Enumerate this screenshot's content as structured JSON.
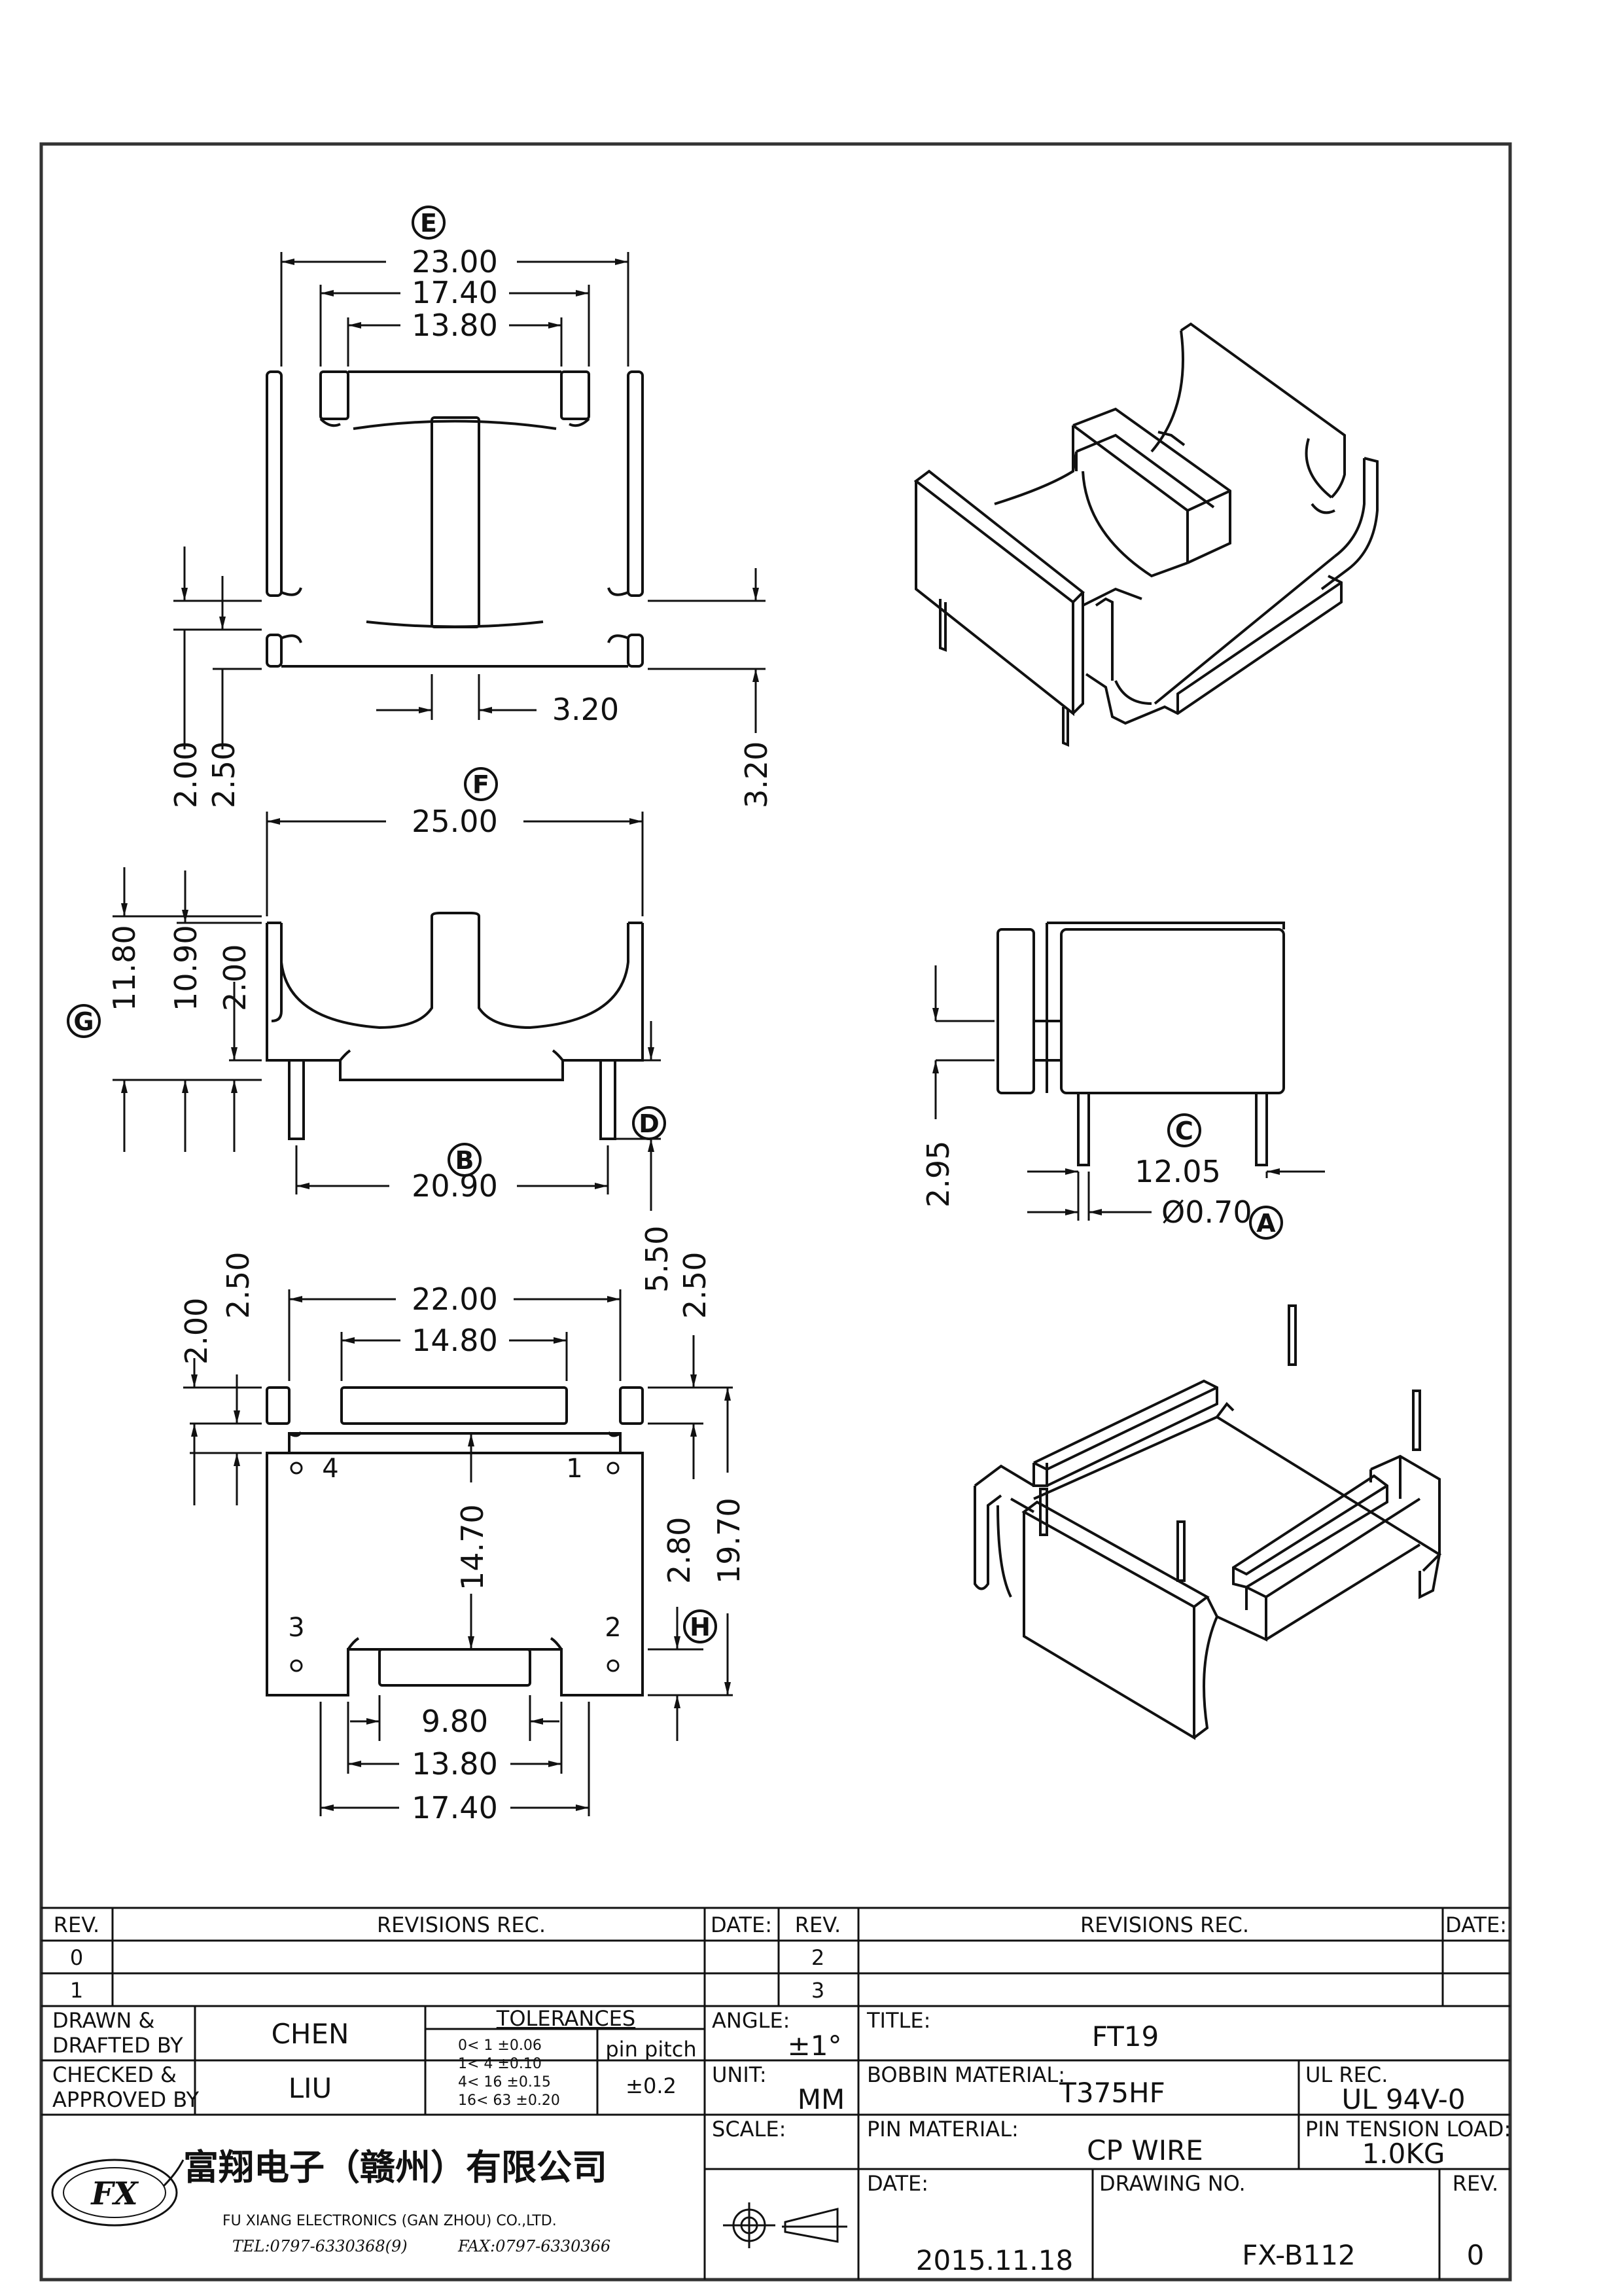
{
  "dims": {
    "e_23": "23.00",
    "e_17": "17.40",
    "e_13": "13.80",
    "e_320h": "3.20",
    "e_200": "2.00",
    "e_250": "2.50",
    "e_320v": "3.20",
    "f_25": "25.00",
    "f_1180": "11.80",
    "f_1090": "10.90",
    "f_200": "2.00",
    "f_2090": "20.90",
    "f_550": "5.50",
    "s_295": "2.95",
    "s_1205": "12.05",
    "s_070": "Ø0.70",
    "b_22": "22.00",
    "b_1480": "14.80",
    "b_200": "2.00",
    "b_250l": "2.50",
    "b_250r": "2.50",
    "b_1470": "14.70",
    "b_280": "2.80",
    "b_1970": "19.70",
    "b_980": "9.80",
    "b_1380": "13.80",
    "b_1740": "17.40"
  },
  "markers": {
    "a": "A",
    "b": "B",
    "c": "C",
    "d": "D",
    "e": "E",
    "f": "F",
    "g": "G",
    "h": "H"
  },
  "pins": {
    "p1": "1",
    "p2": "2",
    "p3": "3",
    "p4": "4"
  },
  "title_block": {
    "rev_h1": "REV.",
    "rev_rec_h1": "REVISIONS   REC.",
    "date_h1": "DATE:",
    "rev_h2": "REV.",
    "rev_rec_h2": "REVISIONS   REC.",
    "date_h2": "DATE:",
    "rev_0": "0",
    "rev_1": "1",
    "rev_2": "2",
    "rev_3": "3",
    "drawn_l1": "DRAWN &",
    "drawn_l2": "DRAFTED BY",
    "drawn_v": "CHEN",
    "checked_l1": "CHECKED &",
    "checked_l2": "APPROVED BY",
    "checked_v": "LIU",
    "tol_title": "TOLERANCES",
    "tol_rows": [
      "0<   1   ±0.06",
      "1<   4   ±0.10",
      "4<  16  ±0.15",
      "16<  63  ±0.20"
    ],
    "pin_pitch_l": "pin  pitch",
    "pin_pitch_v": "±0.2",
    "angle_l": "ANGLE:",
    "angle_v": "±1°",
    "unit_l": "UNIT:",
    "unit_v": "MM",
    "scale_l": "SCALE:",
    "title_l": "TITLE:",
    "title_v": "FT19",
    "bobbin_l": "BOBBIN  MATERIAL:",
    "bobbin_v": "T375HF",
    "ul_l": "UL  REC.",
    "ul_v": "UL  94V-0",
    "pinmat_l": "PIN  MATERIAL:",
    "pinmat_v": "CP  WIRE",
    "tension_l": "PIN  TENSION  LOAD:",
    "tension_v": "1.0KG",
    "date_l": "DATE:",
    "date_v": "2015.11.18",
    "dwg_l": "DRAWING  NO.",
    "dwg_v": "FX-B112",
    "rev_l": "REV.",
    "rev_v": "0",
    "company_cn": "富翔电子（赣州）有限公司",
    "company_en": "FU XIANG ELECTRONICS (GAN ZHOU) CO.,LTD.",
    "tel": "TEL:0797-6330368(9)",
    "fax": "FAX:0797-6330366",
    "logo": "FX"
  }
}
